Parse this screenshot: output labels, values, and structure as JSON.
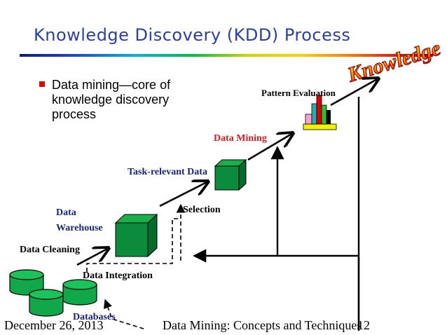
{
  "slide": {
    "title": "Knowledge Discovery (KDD) Process",
    "bullet": "Data mining—core of knowledge discovery process",
    "wordart": "Knowledge",
    "labels": {
      "pattern_evaluation": "Pattern Evaluation",
      "data_mining": "Data Mining",
      "task_relevant_data": "Task-relevant Data",
      "selection": "Selection",
      "data_warehouse_line1": "Data",
      "data_warehouse_line2": "Warehouse",
      "data_cleaning": "Data Cleaning",
      "data_integration": "Data Integration",
      "databases": "Databases"
    },
    "colors": {
      "title": "#2b3fa6",
      "label_blue": "#1a237e",
      "label_red": "#e01b1b",
      "cube_green": "#0a8c3c",
      "cylinder_green": "#11a84a",
      "bullet": "#e00000"
    }
  },
  "footer": {
    "date": "December 26, 2013",
    "course": "Data Mining: Concepts and Techniques",
    "page": "12"
  }
}
